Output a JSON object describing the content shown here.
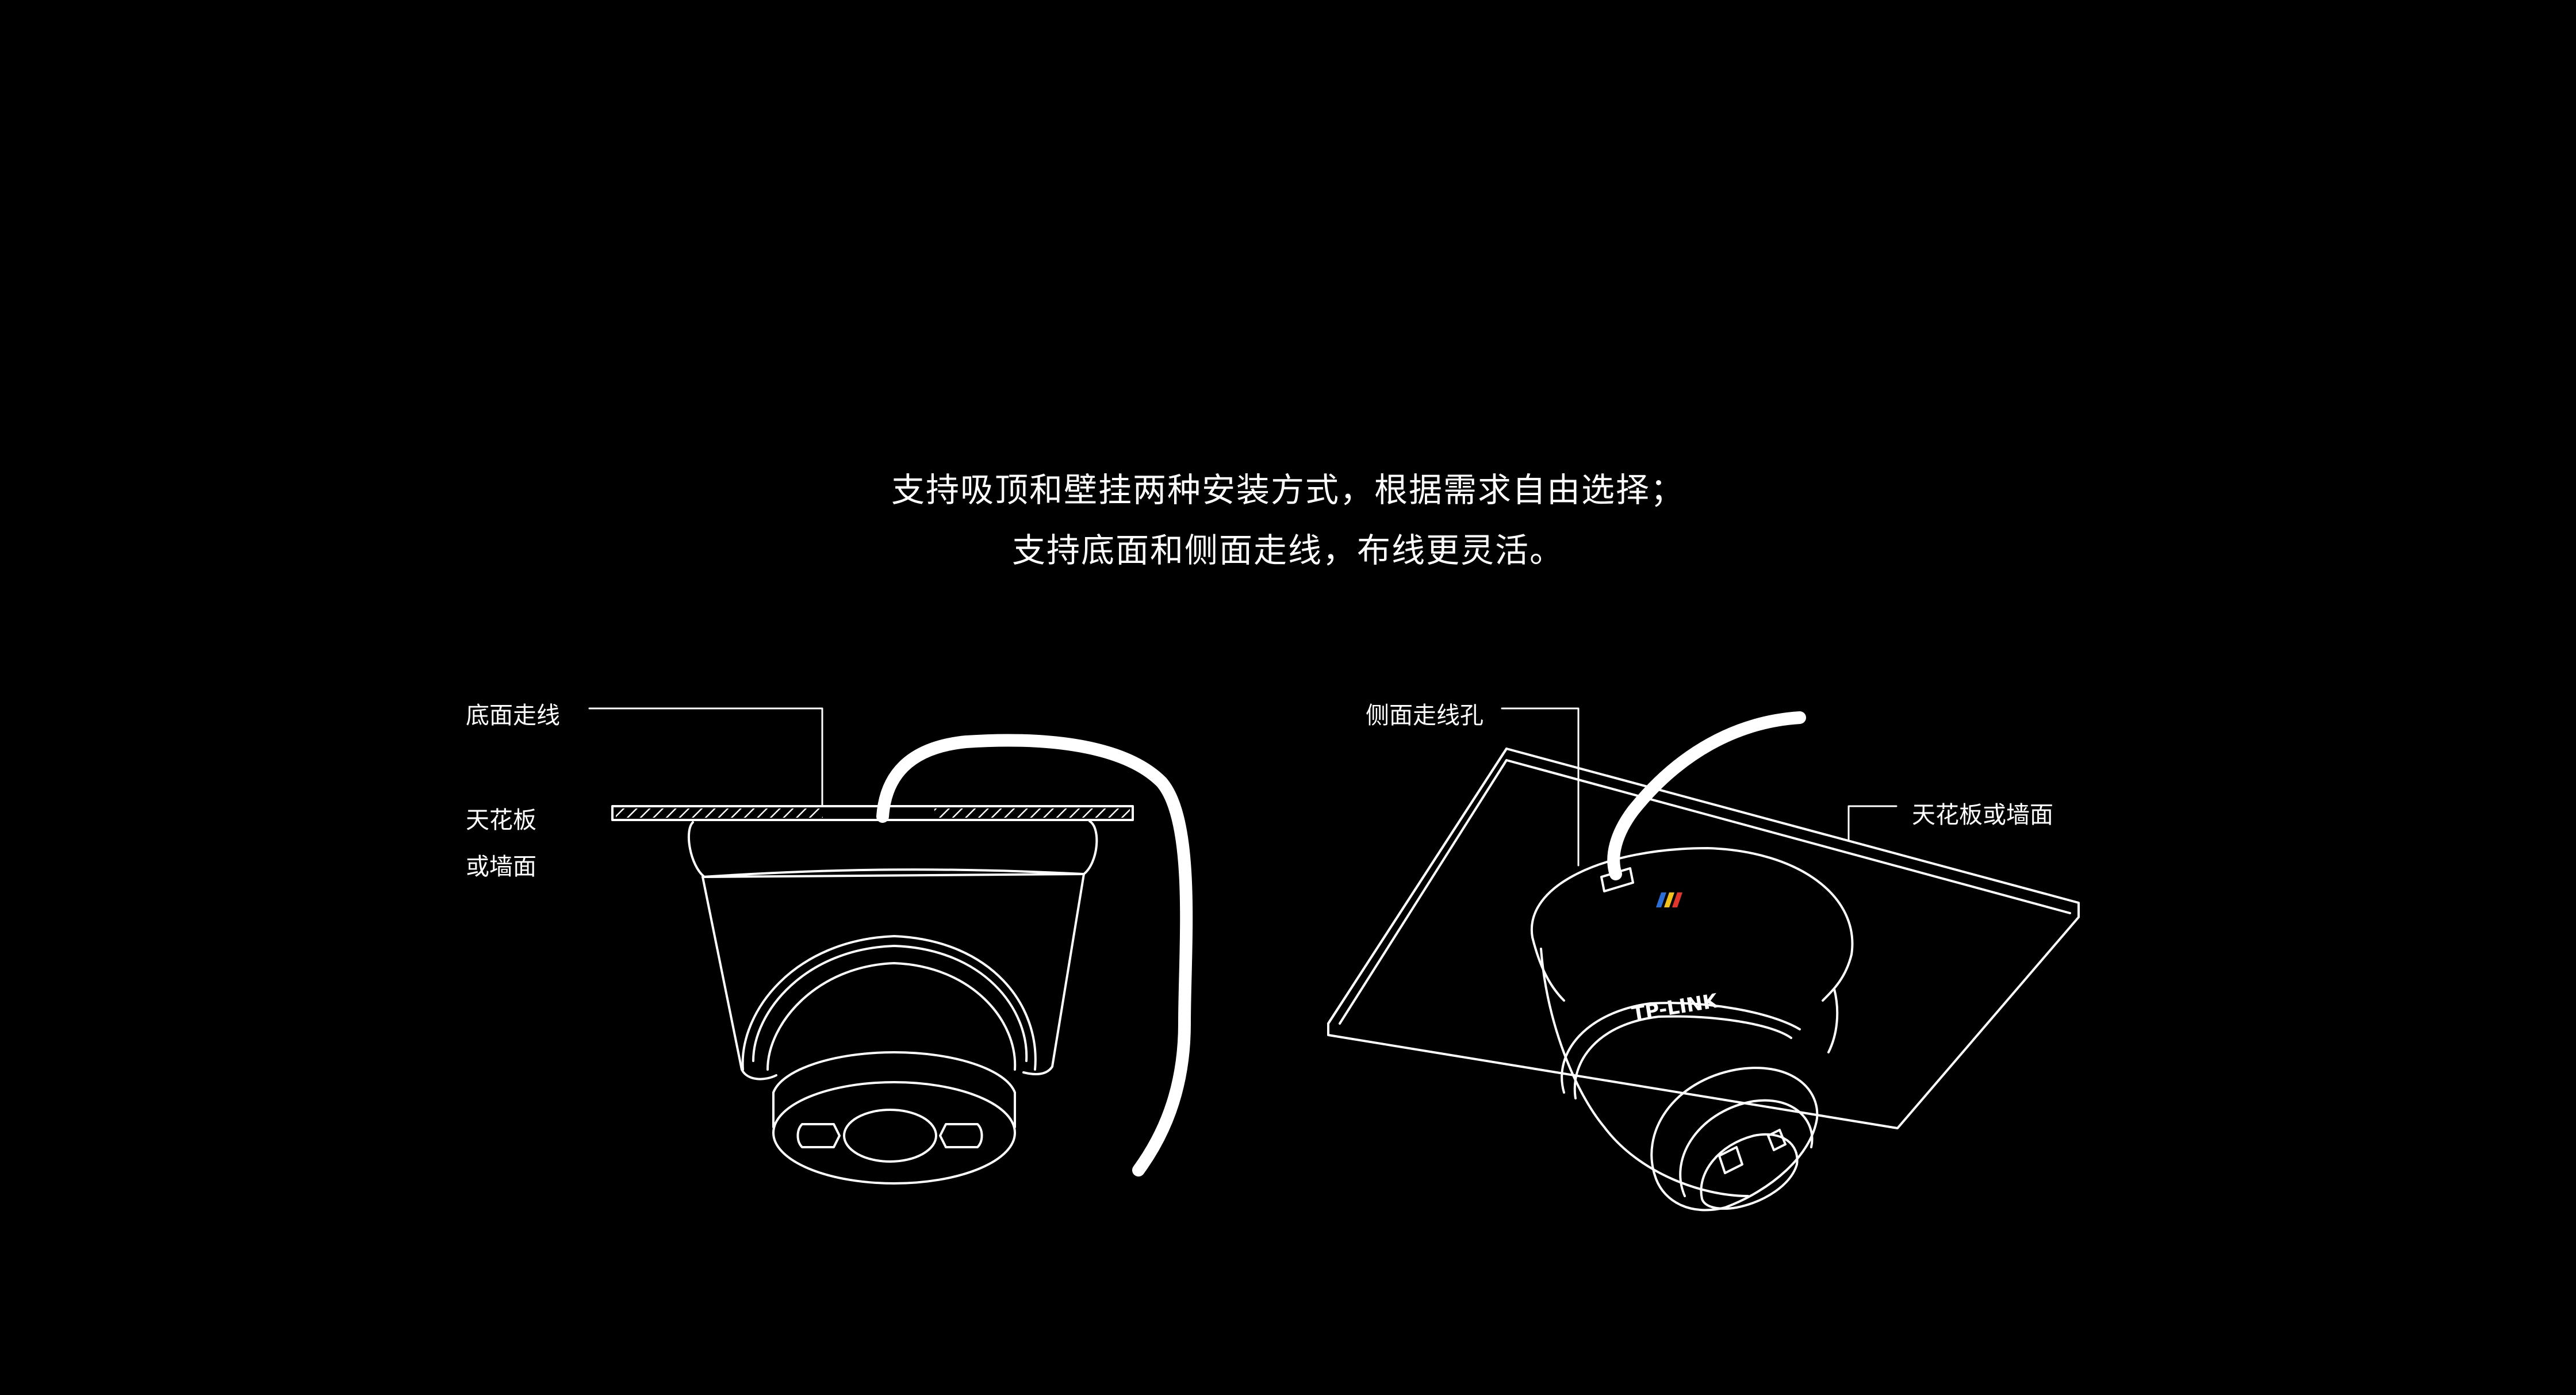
{
  "headline": {
    "line1": "支持吸顶和壁挂两种安装方式，根据需求自由选择；",
    "line2": "支持底面和侧面走线，布线更灵活。"
  },
  "left_diagram": {
    "label_bottom_wiring": "底面走线",
    "label_ceiling_line1": "天花板",
    "label_ceiling_line2": "或墙面"
  },
  "right_diagram": {
    "label_side_hole": "侧面走线孔",
    "label_ceiling_or_wall": "天花板或墙面",
    "camera_brand": "TP-LINK"
  },
  "colors": {
    "background": "#000000",
    "line": "#ffffff",
    "logo_blue": "#2b6fd6",
    "logo_yellow": "#f2c21b",
    "logo_red": "#e2352b"
  }
}
